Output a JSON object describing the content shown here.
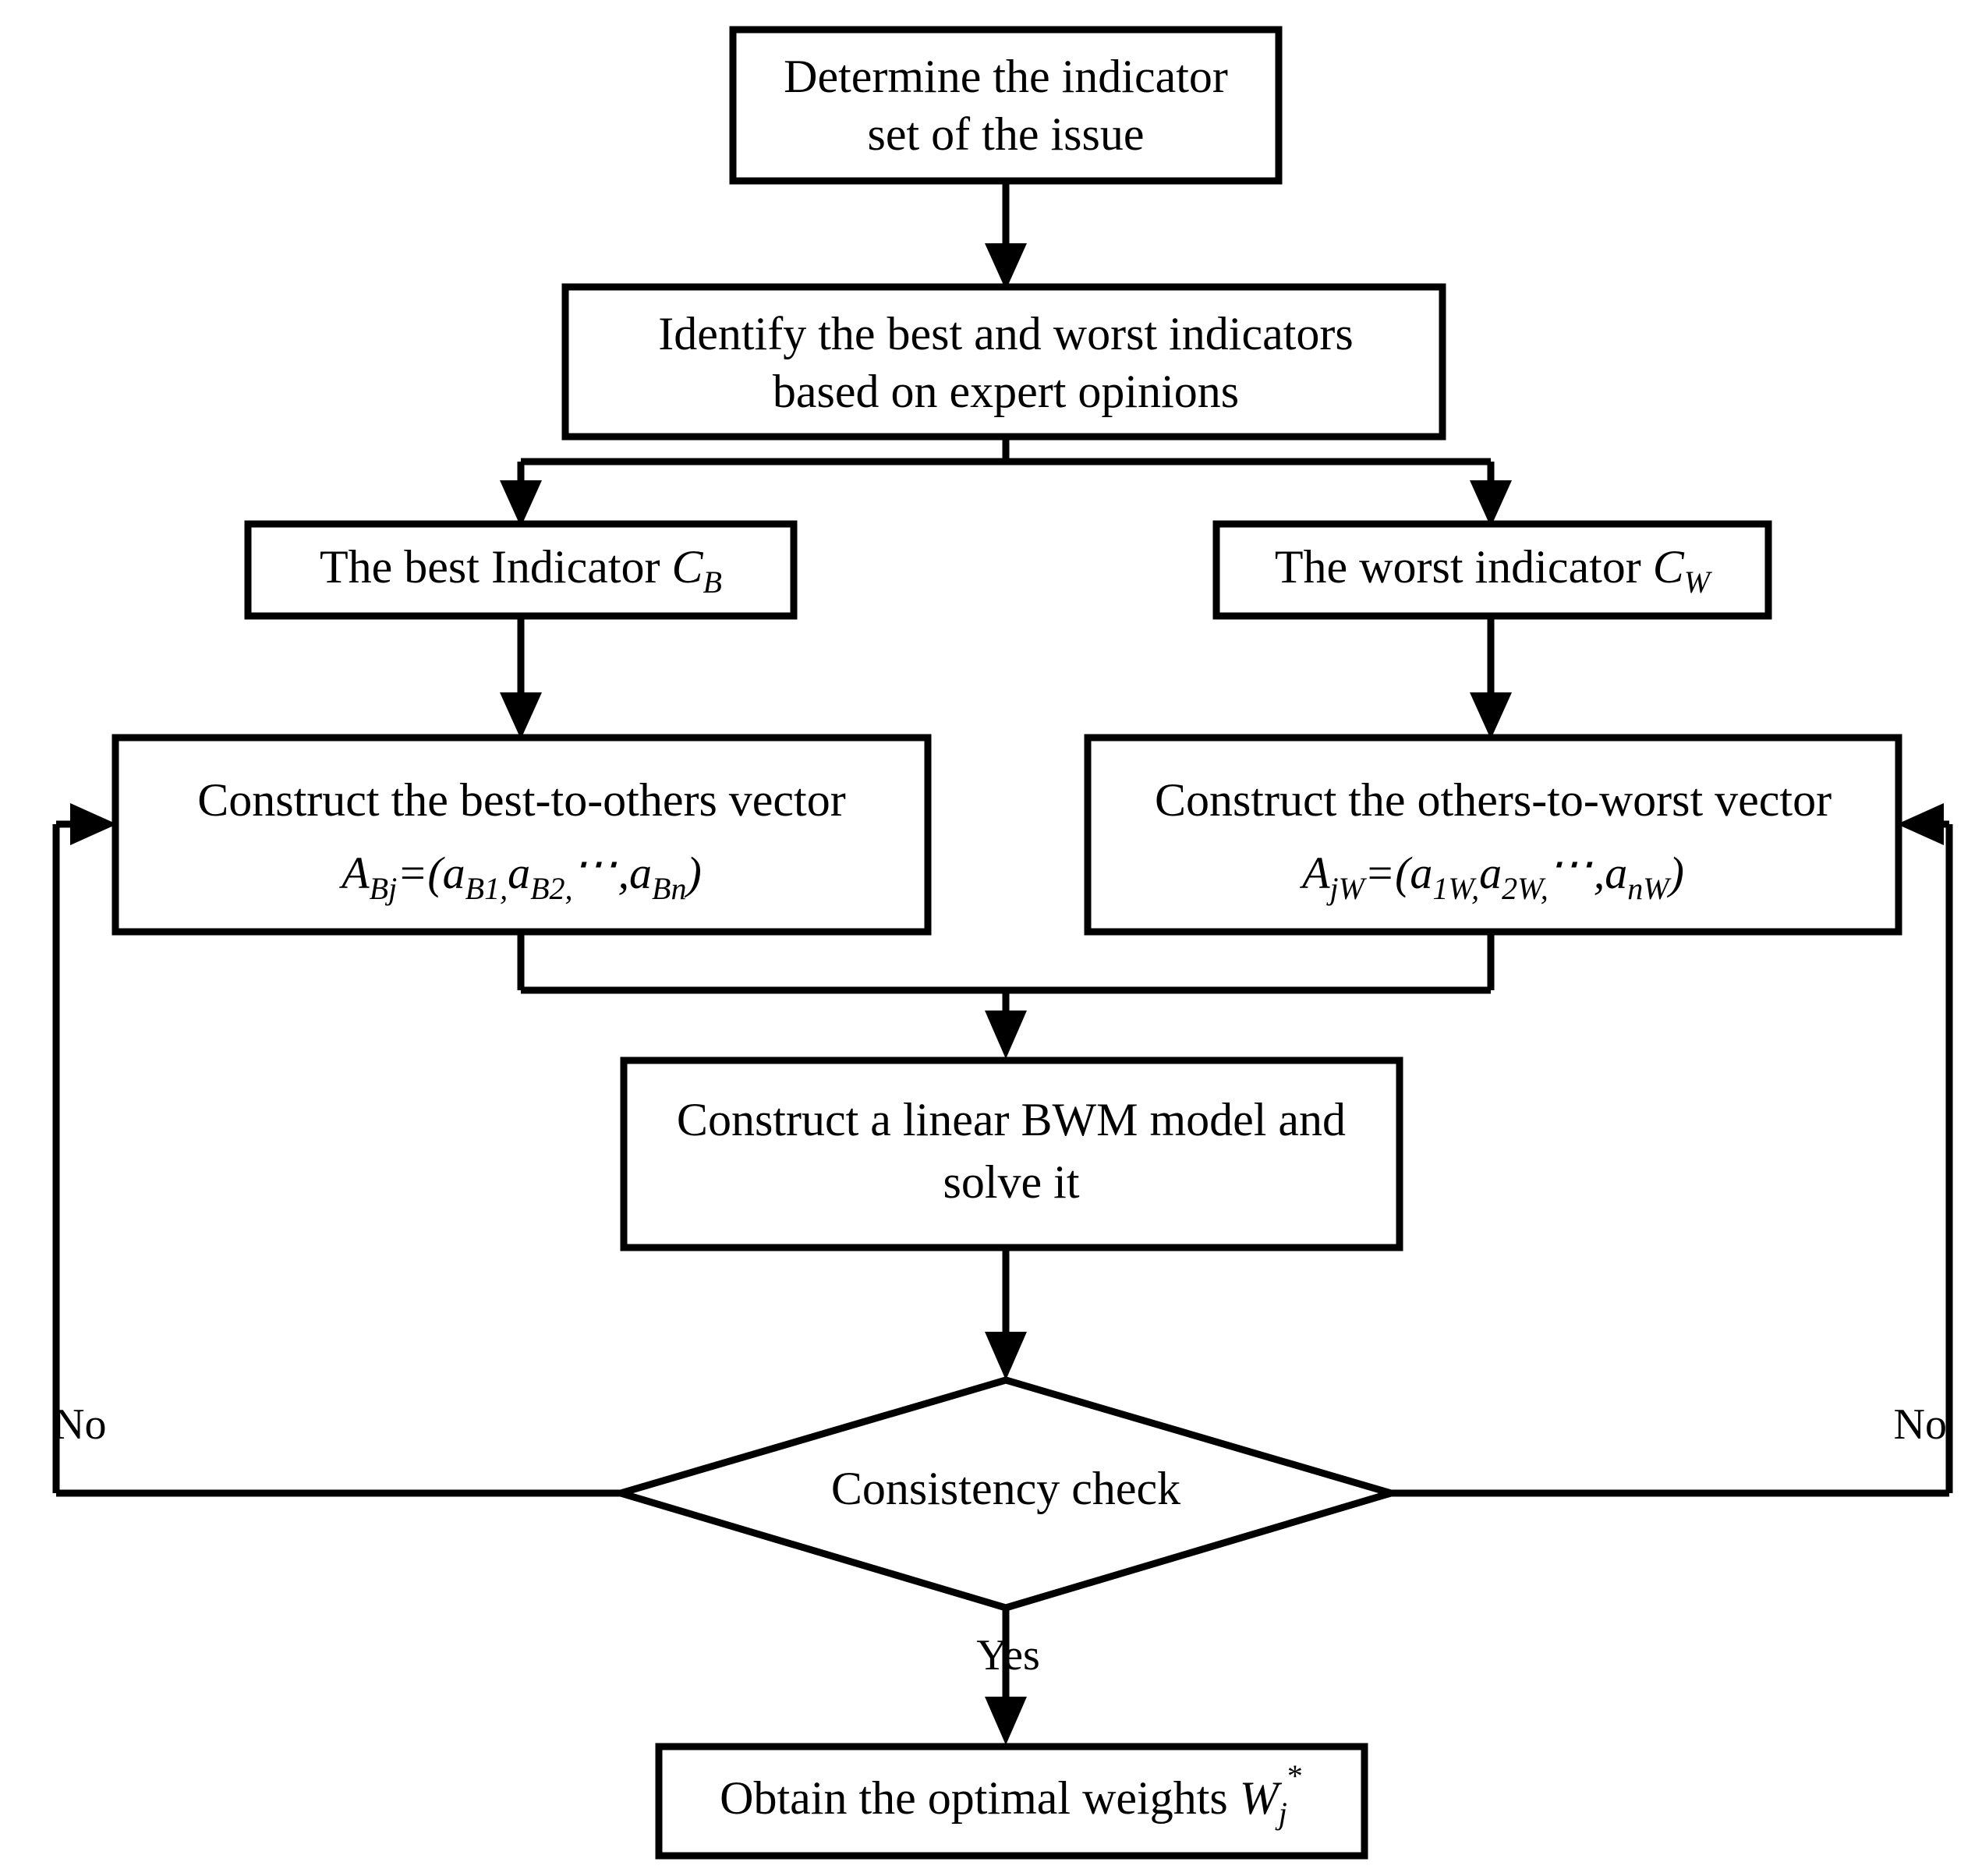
{
  "diagram": {
    "type": "flowchart",
    "title": "Best-Worst Method (BWM) weighting procedure flowchart",
    "orientation": "top-to-bottom",
    "background_color": "#ffffff",
    "line_color": "#000000",
    "nodes": {
      "start": {
        "shape": "rectangle",
        "line1": "Determine the indicator",
        "line2": "set of the issue"
      },
      "identify": {
        "shape": "rectangle",
        "line1": "Identify the best and worst indicators",
        "line2": "based on expert opinions"
      },
      "best_indicator": {
        "shape": "rectangle",
        "text": "The best Indicator ",
        "symbol": "C",
        "symbol_sub": "B"
      },
      "worst_indicator": {
        "shape": "rectangle",
        "text": "The worst indicator ",
        "symbol": "C",
        "symbol_sub": "W"
      },
      "best_to_others": {
        "shape": "rectangle",
        "line1": "Construct the best-to-others vector",
        "formula": {
          "lhs": "A",
          "lhs_sub": "Bj",
          "eq": "=(",
          "t1": "a",
          "t1_sub": "B1,",
          "t2": "a",
          "t2_sub": "B2,",
          "dots": "⋯",
          "comma": ",",
          "t3": "a",
          "t3_sub": "Bn",
          "close": ")"
        }
      },
      "others_to_worst": {
        "shape": "rectangle",
        "line1": "Construct the others-to-worst vector",
        "formula": {
          "lhs": "A",
          "lhs_sub": "jW",
          "eq": "=(",
          "t1": "a",
          "t1_sub": "1W,",
          "t2": "a",
          "t2_sub": "2W,",
          "dots": "⋯",
          "comma": ",",
          "t3": "a",
          "t3_sub": "nW",
          "close": ")"
        }
      },
      "bwm_model": {
        "shape": "rectangle",
        "line1": "Construct a linear BWM model and",
        "line2": "solve it"
      },
      "consistency": {
        "shape": "diamond",
        "text": "Consistency check"
      },
      "optimal_weights": {
        "shape": "rectangle",
        "text": "Obtain the optimal weights ",
        "symbol": "W",
        "symbol_sub": "j",
        "symbol_sup": "*"
      }
    },
    "edge_labels": {
      "no_left": "No",
      "no_right": "No",
      "yes": "Yes"
    }
  }
}
